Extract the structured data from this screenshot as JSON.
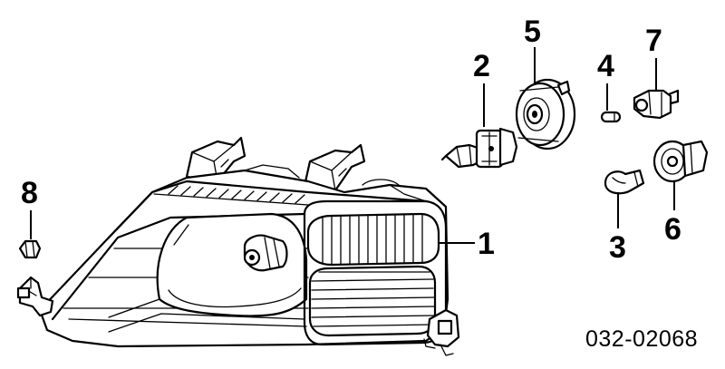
{
  "diagram": {
    "callouts": [
      {
        "id": "1",
        "label": "1"
      },
      {
        "id": "2",
        "label": "2"
      },
      {
        "id": "3",
        "label": "3"
      },
      {
        "id": "4",
        "label": "4"
      },
      {
        "id": "5",
        "label": "5"
      },
      {
        "id": "6",
        "label": "6"
      },
      {
        "id": "7",
        "label": "7"
      },
      {
        "id": "8",
        "label": "8"
      }
    ],
    "part_code": "032-02068"
  }
}
